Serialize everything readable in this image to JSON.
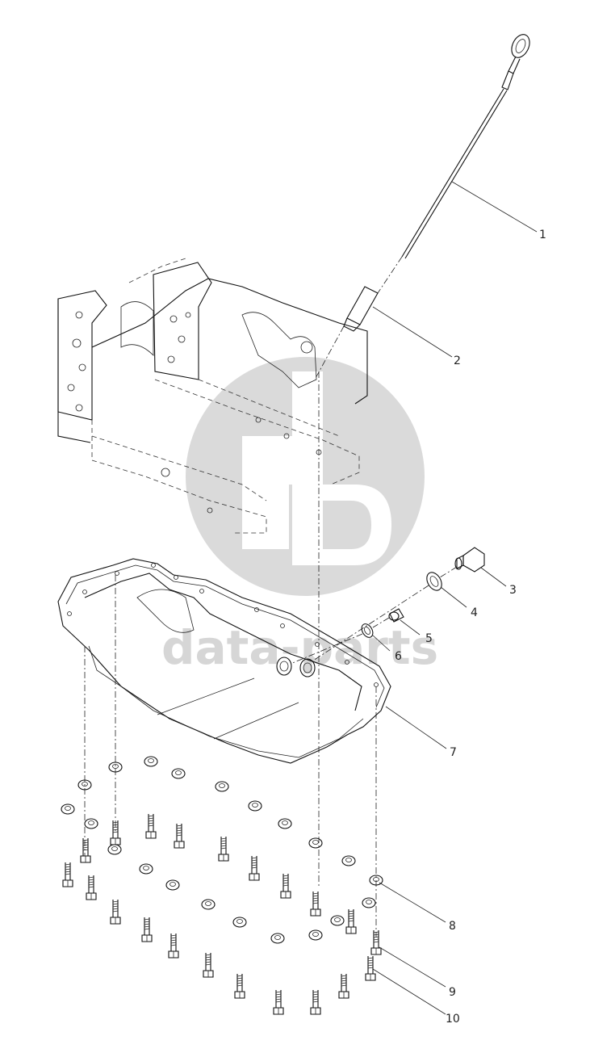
{
  "watermark": {
    "text": "data-parts",
    "color": "#d9d9d9"
  },
  "callouts": [
    {
      "id": "1",
      "label": "1"
    },
    {
      "id": "2",
      "label": "2"
    },
    {
      "id": "3",
      "label": "3"
    },
    {
      "id": "4",
      "label": "4"
    },
    {
      "id": "5",
      "label": "5"
    },
    {
      "id": "6",
      "label": "6"
    },
    {
      "id": "7",
      "label": "7"
    },
    {
      "id": "8",
      "label": "8"
    },
    {
      "id": "9",
      "label": "9"
    },
    {
      "id": "10",
      "label": "10"
    }
  ],
  "parts_visible": [
    "dipstick",
    "dipstick-tube",
    "drain-plug",
    "washer",
    "plug",
    "seal-ring",
    "oil-pan",
    "washers",
    "bolts",
    "bolts"
  ],
  "colors": {
    "line": "#111111",
    "watermark": "#d9d9d9",
    "background": "#ffffff"
  }
}
